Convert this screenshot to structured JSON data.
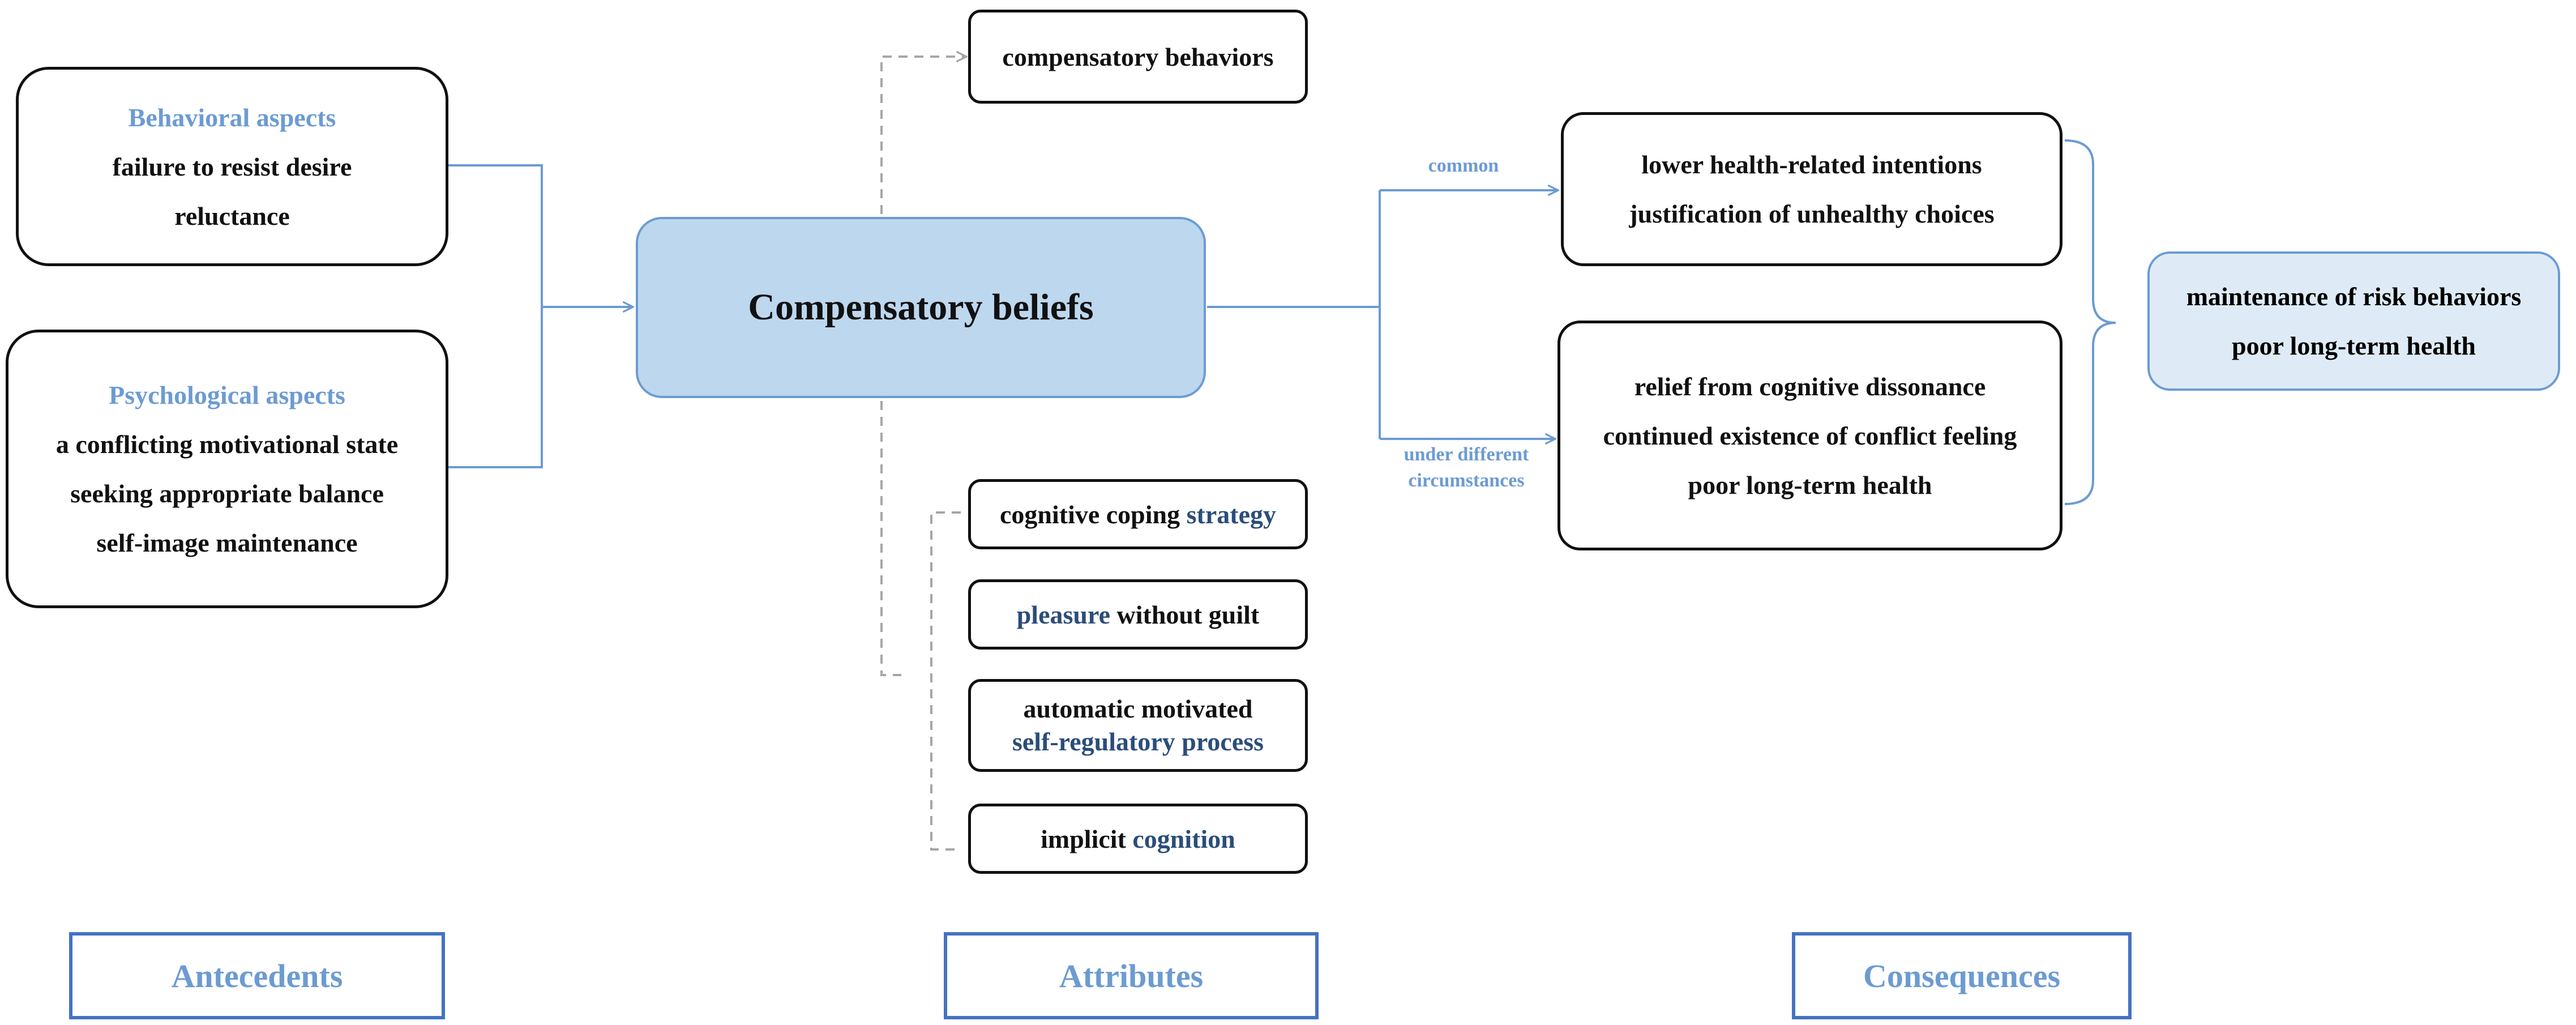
{
  "antecedents": {
    "behavioral": {
      "heading": "Behavioral aspects",
      "items": [
        "failure to resist desire",
        "reluctance"
      ]
    },
    "psychological": {
      "heading": "Psychological aspects",
      "items": [
        "a conflicting motivational state",
        "seeking appropriate balance",
        "self-image maintenance"
      ]
    }
  },
  "center": {
    "title": "Compensatory beliefs"
  },
  "compensatory_behaviors": "compensatory behaviors",
  "attributes": {
    "coping": {
      "before": "cognitive coping ",
      "highlight": "strategy"
    },
    "pleasure": {
      "highlight": "pleasure",
      "after": " without guilt"
    },
    "automatic": {
      "line1": "automatic motivated",
      "highlight": "self-regulatory process"
    },
    "implicit": {
      "before": "implicit ",
      "highlight": "cognition"
    }
  },
  "consequences": {
    "common_label": "common",
    "different_label_line1": "under different",
    "different_label_line2": "circumstances",
    "common_items": [
      "lower health-related intentions",
      "justification of unhealthy choices"
    ],
    "different_items": [
      "relief from cognitive dissonance",
      "continued existence of conflict feeling",
      "poor long-term health"
    ],
    "result_items": [
      "maintenance of risk behaviors",
      "poor long-term health"
    ]
  },
  "sections": {
    "antecedents": "Antecedents",
    "attributes": "Attributes",
    "consequences": "Consequences"
  },
  "colors": {
    "accent": "#6c9bd2",
    "highlight_text": "#2b4d7a",
    "center_fill": "#bdd7ee",
    "result_fill": "#deebf7",
    "section_border": "#4472c4",
    "dashed": "#a6a6a6"
  }
}
